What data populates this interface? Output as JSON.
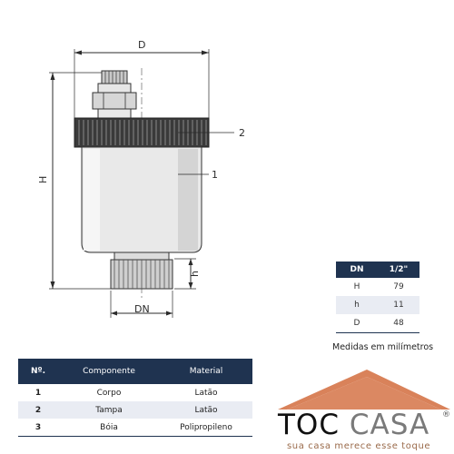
{
  "drawing": {
    "dim_D": "D",
    "dim_H": "H",
    "dim_h": "h",
    "dim_DN": "DN",
    "callout_1": "1",
    "callout_2": "2"
  },
  "dimensions_table": {
    "headers": [
      "DN",
      "1/2\""
    ],
    "rows": [
      [
        "H",
        "79"
      ],
      [
        "h",
        "11"
      ],
      [
        "D",
        "48"
      ]
    ],
    "caption": "Medidas em milímetros"
  },
  "components_table": {
    "headers": [
      "Nº.",
      "Componente",
      "Material"
    ],
    "rows": [
      [
        "1",
        "Corpo",
        "Latão"
      ],
      [
        "2",
        "Tampa",
        "Latão"
      ],
      [
        "3",
        "Bóia",
        "Polipropileno"
      ]
    ]
  },
  "logo": {
    "toc": "TOC",
    "casa": "CASA",
    "registered": "®",
    "slogan": "sua casa merece esse toque",
    "roof_color": "#d9825a"
  }
}
